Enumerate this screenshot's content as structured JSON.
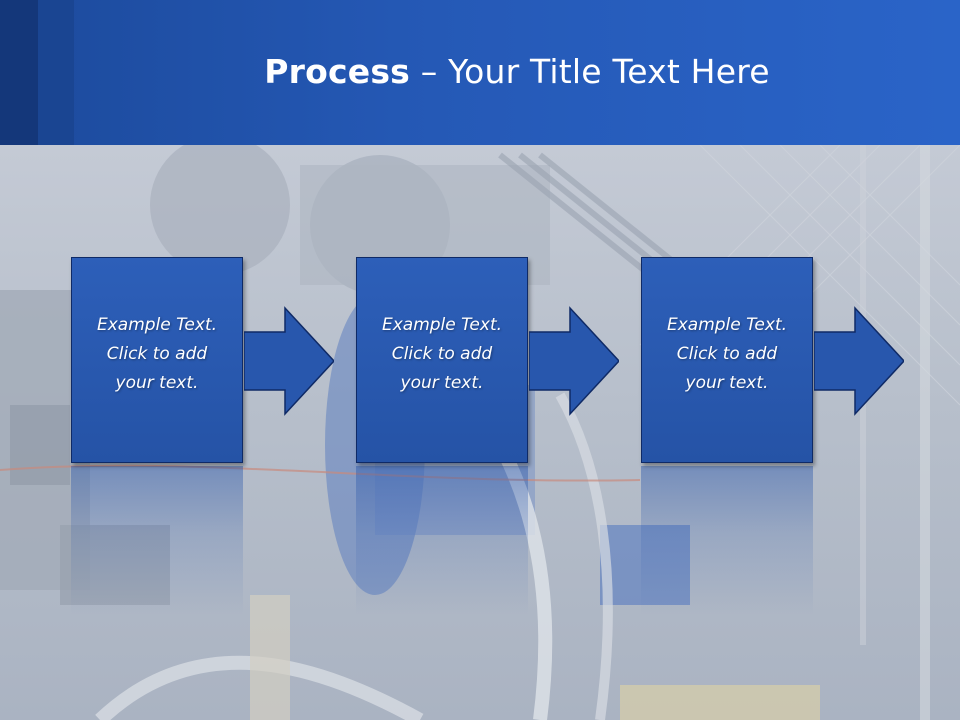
{
  "slide": {
    "title_bold": "Process",
    "title_rest": " – Your Title Text Here"
  },
  "steps": [
    {
      "text": "Example Text.\nClick  to add\nyour text."
    },
    {
      "text": "Example Text.\nClick  to add\nyour text."
    },
    {
      "text": "Example Text.\nClick  to add\nyour text."
    }
  ],
  "colors": {
    "header": "#2559b6",
    "box_fill": "#2857ad",
    "box_border": "#0f2a66"
  },
  "icons": [
    "arrow-right-icon"
  ]
}
